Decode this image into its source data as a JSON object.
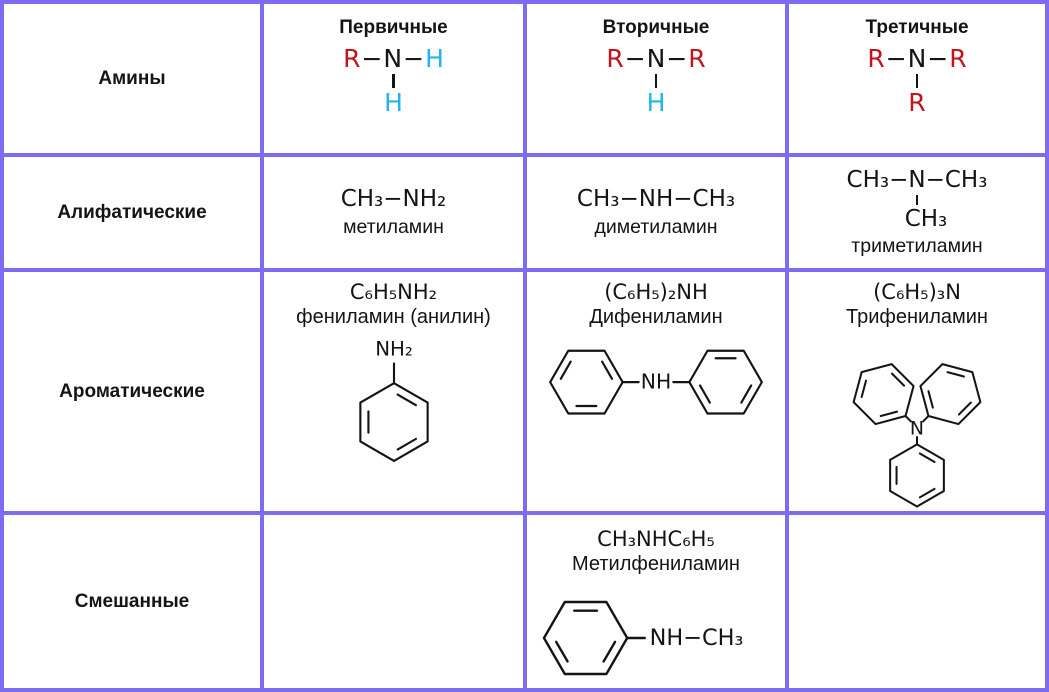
{
  "colors": {
    "border": "#7c6cf2",
    "red": "#c4131a",
    "cyan": "#24b3f2",
    "ink": "#141414",
    "bg": "#ffffff"
  },
  "chars": {
    "bond": "−"
  },
  "corner_label": "Амины",
  "row_labels": {
    "aliphatic": "Алифатические",
    "aromatic": "Ароматические",
    "mixed": "Смешанные"
  },
  "types": [
    {
      "label": "Первичные",
      "left": "R",
      "left_color": "red",
      "center": "N",
      "right": "H",
      "right_color": "cyan",
      "bottom": "H",
      "bottom_color": "cyan"
    },
    {
      "label": "Вторичные",
      "left": "R",
      "left_color": "red",
      "center": "N",
      "right": "R",
      "right_color": "red",
      "bottom": "H",
      "bottom_color": "cyan"
    },
    {
      "label": "Третичные",
      "left": "R",
      "left_color": "red",
      "center": "N",
      "right": "R",
      "right_color": "red",
      "bottom": "R",
      "bottom_color": "red"
    }
  ],
  "aliphatic": {
    "primary": {
      "formula": "CH₃−NH₂",
      "name": "метиламин"
    },
    "secondary": {
      "formula": "CH₃−NH−CH₃",
      "name": "диметиламин"
    },
    "tertiary": {
      "formula_top": "CH₃−N−CH₃",
      "formula_bottom": "CH₃",
      "name": "триметиламин"
    }
  },
  "aromatic": {
    "primary": {
      "formula": "C₆H₅NH₂",
      "name": "фениламин (анилин)",
      "struct_label": "NH₂"
    },
    "secondary": {
      "formula": "(C₆H₅)₂NH",
      "name": "Дифениламин",
      "struct_label": "NH"
    },
    "tertiary": {
      "formula": "(C₆H₅)₃N",
      "name": "Трифениламин",
      "struct_label": "N"
    }
  },
  "mixed": {
    "secondary": {
      "formula": "CH₃NHC₆H₅",
      "name": "Метилфениламин",
      "struct_label": "NH−CH₃"
    }
  }
}
